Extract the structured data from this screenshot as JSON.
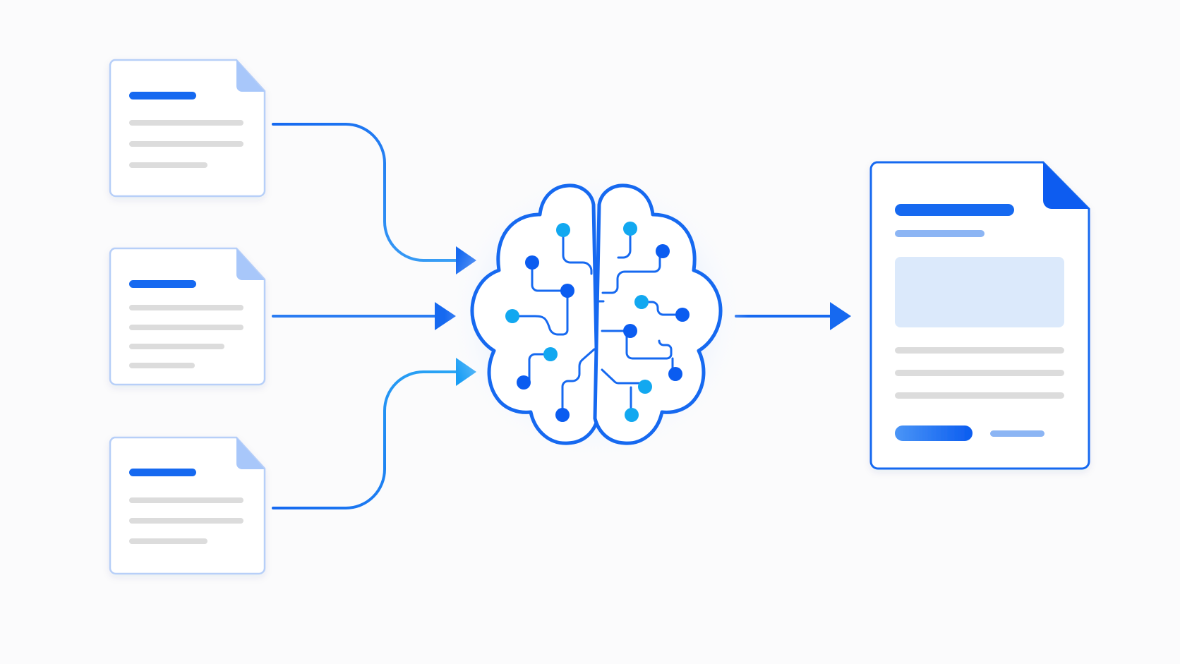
{
  "diagram": {
    "description_free": true,
    "colors": {
      "background": "#fbfbfc",
      "primary": "#1669f0",
      "primary_dark": "#0b5cf0",
      "accent_cyan": "#12a8f0",
      "doc_border": "#b7cff8",
      "doc_fold": "#a8c7fa",
      "gray_line": "#dcdcdc",
      "preview_box": "#dbe9fb",
      "light_line": "#8cb5f4",
      "brain_glow": "#dbe9ff"
    },
    "nodes": [
      {
        "id": "input-doc-1",
        "kind": "document",
        "icon": "document-icon"
      },
      {
        "id": "input-doc-2",
        "kind": "document",
        "icon": "document-icon"
      },
      {
        "id": "input-doc-3",
        "kind": "document",
        "icon": "document-icon"
      },
      {
        "id": "brain",
        "kind": "processor",
        "icon": "brain-circuit-icon"
      },
      {
        "id": "output-doc",
        "kind": "document",
        "icon": "document-icon"
      }
    ],
    "edges": [
      {
        "from": "input-doc-1",
        "to": "brain"
      },
      {
        "from": "input-doc-2",
        "to": "brain"
      },
      {
        "from": "input-doc-3",
        "to": "brain"
      },
      {
        "from": "brain",
        "to": "output-doc"
      }
    ]
  }
}
